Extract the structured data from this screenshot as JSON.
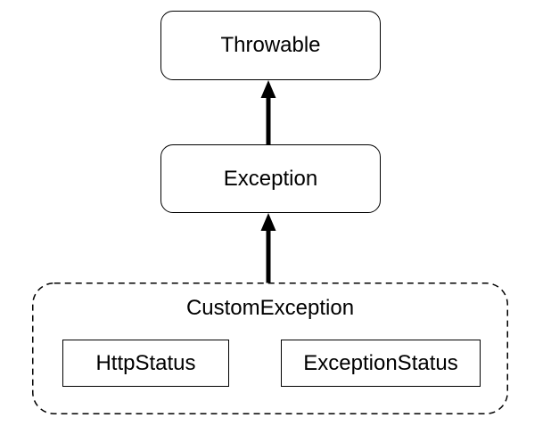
{
  "diagram": {
    "type": "class-hierarchy",
    "colors": {
      "stroke": "#000000",
      "text": "#000000",
      "background": "#ffffff"
    },
    "nodes": {
      "throwable": {
        "label": "Throwable",
        "shape": "rounded-rect",
        "border": "solid"
      },
      "exception": {
        "label": "Exception",
        "shape": "rounded-rect",
        "border": "solid"
      },
      "custom_exception": {
        "label": "CustomException",
        "shape": "rounded-rect",
        "border": "dashed"
      },
      "http_status": {
        "label": "HttpStatus",
        "shape": "rect",
        "border": "solid",
        "parent": "CustomException"
      },
      "exception_status": {
        "label": "ExceptionStatus",
        "shape": "rect",
        "border": "solid",
        "parent": "CustomException"
      }
    },
    "edges": [
      {
        "from": "Exception",
        "to": "Throwable",
        "style": "thick-solid",
        "direction": "up"
      },
      {
        "from": "CustomException",
        "to": "Exception",
        "style": "thick-solid",
        "direction": "up"
      }
    ]
  }
}
